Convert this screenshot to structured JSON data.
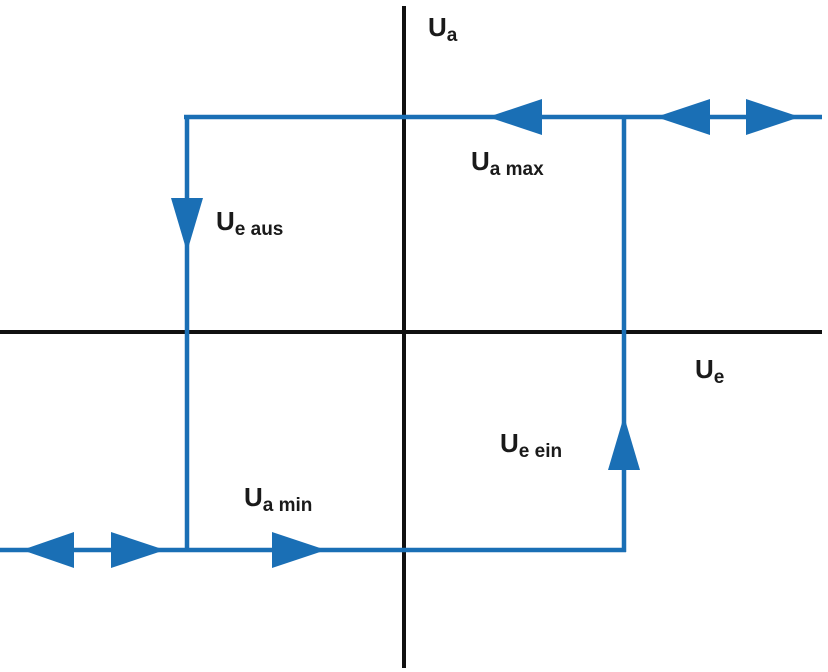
{
  "labels": {
    "y_axis": {
      "main": "U",
      "sub": "a"
    },
    "x_axis": {
      "main": "U",
      "sub": "e"
    },
    "ua_max": {
      "main": "U",
      "sub": "a max"
    },
    "ua_min": {
      "main": "U",
      "sub": "a min"
    },
    "ue_aus": {
      "main": "U",
      "sub": "e aus"
    },
    "ue_ein": {
      "main": "U",
      "sub": "e ein"
    }
  },
  "colors": {
    "axis": "#111111",
    "curve": "#1a6fb5",
    "text": "#1a1a1a"
  }
}
